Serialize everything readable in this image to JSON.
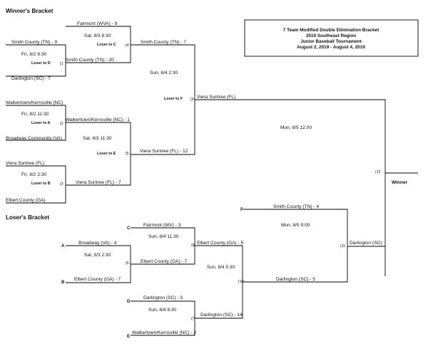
{
  "headings": {
    "winners": "Winner's Bracket",
    "losers": "Loser's Bracket"
  },
  "title_box": {
    "line1": "7 Team Modified Double Elimination Bracket",
    "line2": "2019 Southeast Region",
    "line3": "Junior Baseball Tournament",
    "line4": "August 2, 2019 - August 4, 2019"
  },
  "winners_bracket": {
    "game1": {
      "top": "Smith County (TN) - 9",
      "bottom": "Darlington (SC) -  7",
      "schedule": "Fri, 8/2 8:30",
      "loser_to": "Loser to D",
      "number": "(1"
    },
    "game2": {
      "top": "Walkertown/Kernsville (NC)",
      "bottom": "Broadway Community (VA)",
      "schedule": "Fri, 8/2 11:30",
      "loser_to": "Loser to A",
      "number": "(2"
    },
    "game3": {
      "top": "Viera Suntree (FL)",
      "bottom": "Elbert County (GA)",
      "schedule": "Fri, 8/2 2:30",
      "loser_to": "Loser to B",
      "number": "(3"
    },
    "game4": {
      "top": "Fairmont (WVA) - 9",
      "bottom": "Smith County (TN) - 20",
      "schedule": "Sat, 8/3 8:30",
      "loser_to": "Loser to C",
      "number": "(4"
    },
    "game5": {
      "top": "Walkertown/Kernsville (NC) - 1",
      "bottom": "Viera Suntree (FL) - 7",
      "schedule": "Sat, 8/3 11:30",
      "loser_to": "Loser to E",
      "number": "(5"
    },
    "game9": {
      "top": "Smith County (TN) - 7",
      "bottom": "Viera Suntree (FL) - 12",
      "schedule": "Sun, 8/4 2:30",
      "loser_to": "Loser to F",
      "number": "(9"
    },
    "game9_winner": "Viera Suntree (FL)"
  },
  "losers_bracket": {
    "game6": {
      "top": "Broadway (VA) - 4",
      "bottom": "Elbert County (GA) - 7",
      "schedule": "Sat, 8/3 2:30",
      "number": "(6",
      "seed_top": "A",
      "seed_bottom": "B"
    },
    "game8": {
      "top": "Fairmont (WV) - 3",
      "bottom": "Elbert County (GA) - 7",
      "schedule": "Sun, 8/4 11:30",
      "number": "(8",
      "seed_top": "C"
    },
    "game7": {
      "top": "Darlington (SC) - 3",
      "bottom": "Walkertown/Kernsville (NC) - 2",
      "schedule": "Sun, 8/4 8:30",
      "number": "(7",
      "seed_top": "D",
      "seed_bottom": "E"
    },
    "game10": {
      "top": "Elbert County (GA) - 5",
      "bottom": "Darlington (SC) - 14",
      "schedule": "Sun, 8/4 5:30",
      "number": "(10"
    },
    "game11": {
      "top": "Smith County (TN) - 4",
      "bottom": "Darlington (SC) - 5",
      "schedule": "Mon, 8/5 9:00",
      "number": "(11",
      "seed_top": "F"
    },
    "game11_winner": "Darlington (SC)"
  },
  "championship": {
    "schedule": "Mon, 8/5 12:00",
    "number": "(12",
    "winner_label": "Winner"
  }
}
